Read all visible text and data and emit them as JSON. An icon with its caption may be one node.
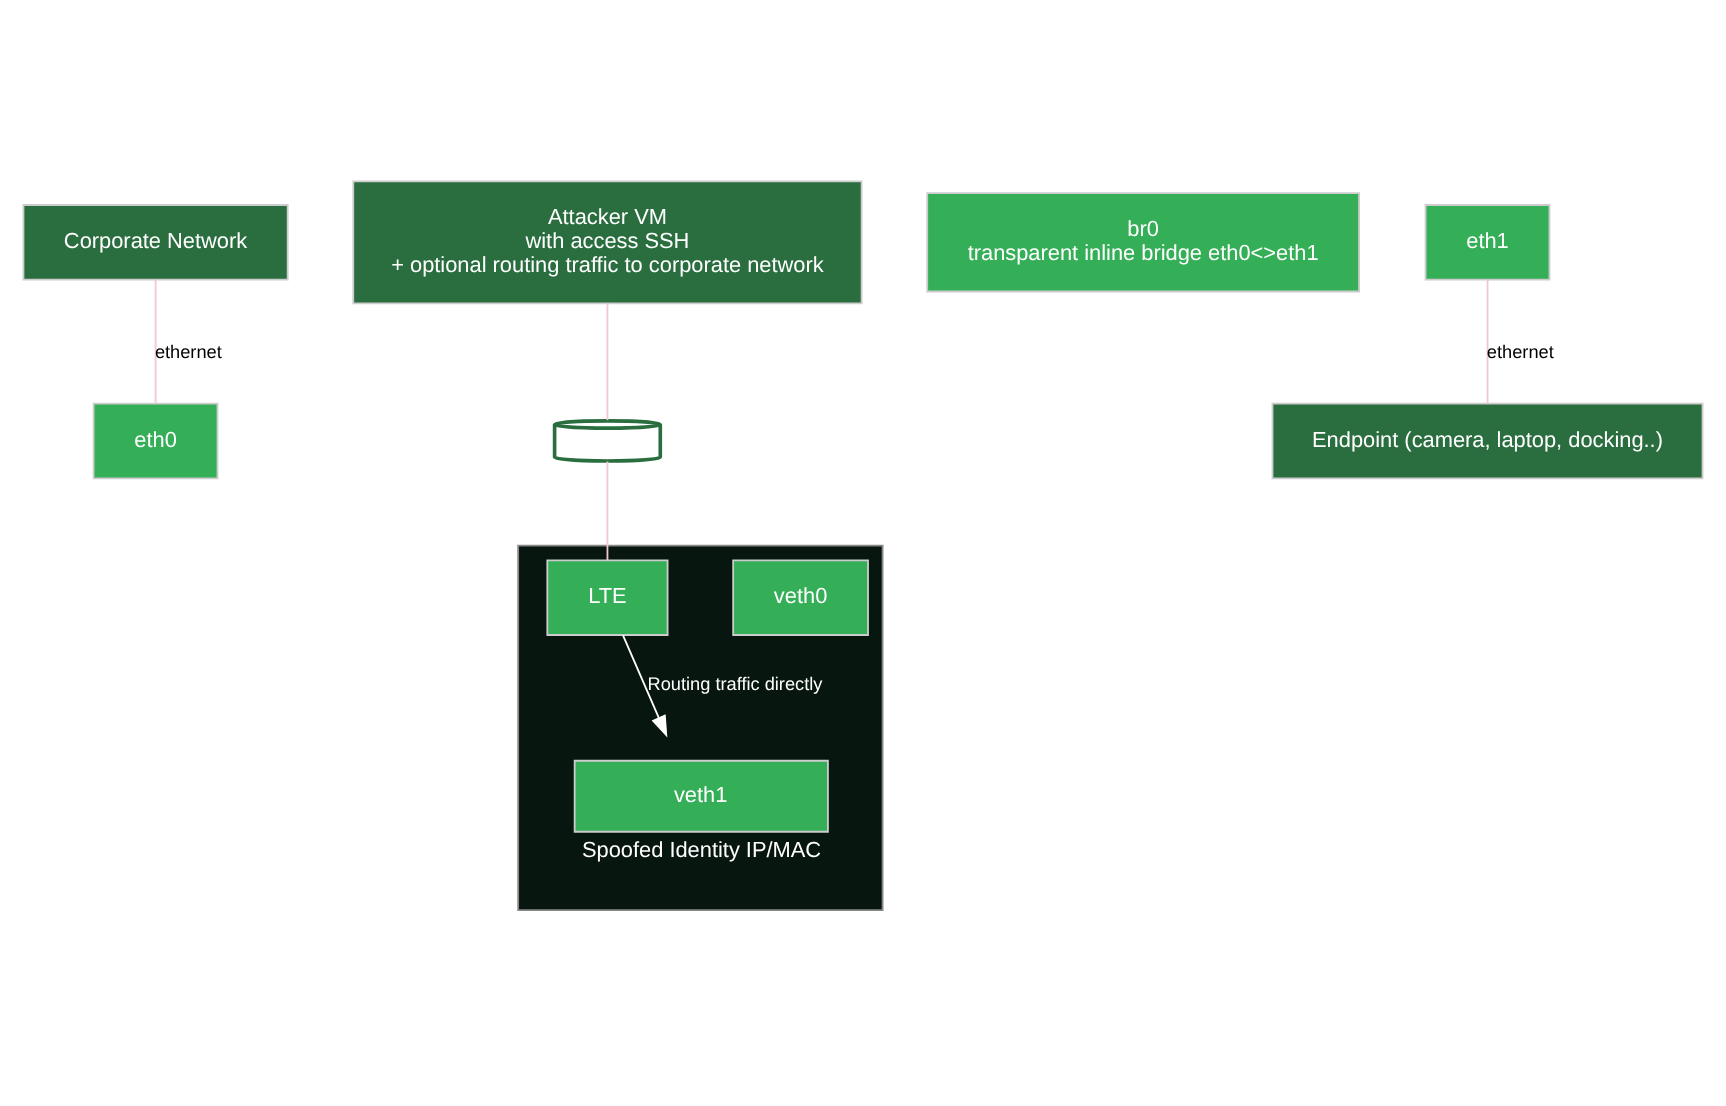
{
  "diagram": {
    "nodes": [
      {
        "text": [
          "Corporate Network"
        ]
      },
      {
        "text": [],
        "shape": "box"
      },
      {
        "text": [
          "eth0"
        ]
      },
      {
        "text": [
          "veth1"
        ],
        "in": 1,
        "beside": [
          "Spoofed Identity IP/MAC"
        ]
      },
      {
        "text": [
          "veth0"
        ],
        "in": 1
      },
      {
        "text": [
          "br0",
          "transparent inline bridge eth0<>eth1"
        ]
      },
      {
        "text": [
          "Attacker VM",
          "with access SSH",
          "+ optional routing traffic to corporate network"
        ]
      },
      {
        "text": [],
        "shape": "cylinder"
      },
      {
        "text": [
          "LTE"
        ],
        "in": 1
      },
      {
        "text": [
          "eth1"
        ]
      },
      {
        "text": [
          "Endpoint (camera, laptop, docking..)"
        ]
      }
    ],
    "edges": [
      {
        "from": 0,
        "to": 2,
        "arrow": "none",
        "label": "ethernet"
      },
      {
        "from": 8,
        "to": 3,
        "arrow": "to",
        "label": "Routing traffic directly",
        "color": "#ffffff"
      },
      {
        "from": 6,
        "to": 7,
        "arrow": "none"
      },
      {
        "from": 7,
        "to": 8,
        "arrow": "none"
      },
      {
        "from": 9,
        "to": 10,
        "arrow": "none",
        "label": "ethernet"
      }
    ]
  }
}
